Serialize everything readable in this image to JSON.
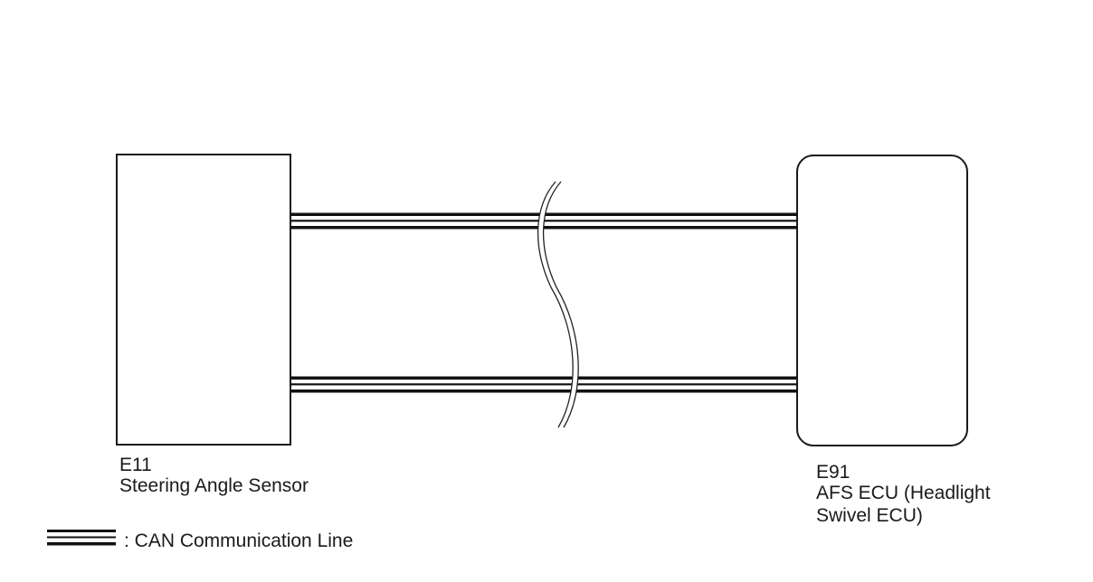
{
  "components": {
    "left": {
      "code": "E11",
      "name": "Steering Angle Sensor"
    },
    "right": {
      "code": "E91",
      "name": "AFS ECU (Headlight Swivel ECU)"
    }
  },
  "legend": {
    "text": ": CAN Communication Line"
  },
  "colors": {
    "line": "#111111",
    "background": "#ffffff"
  }
}
